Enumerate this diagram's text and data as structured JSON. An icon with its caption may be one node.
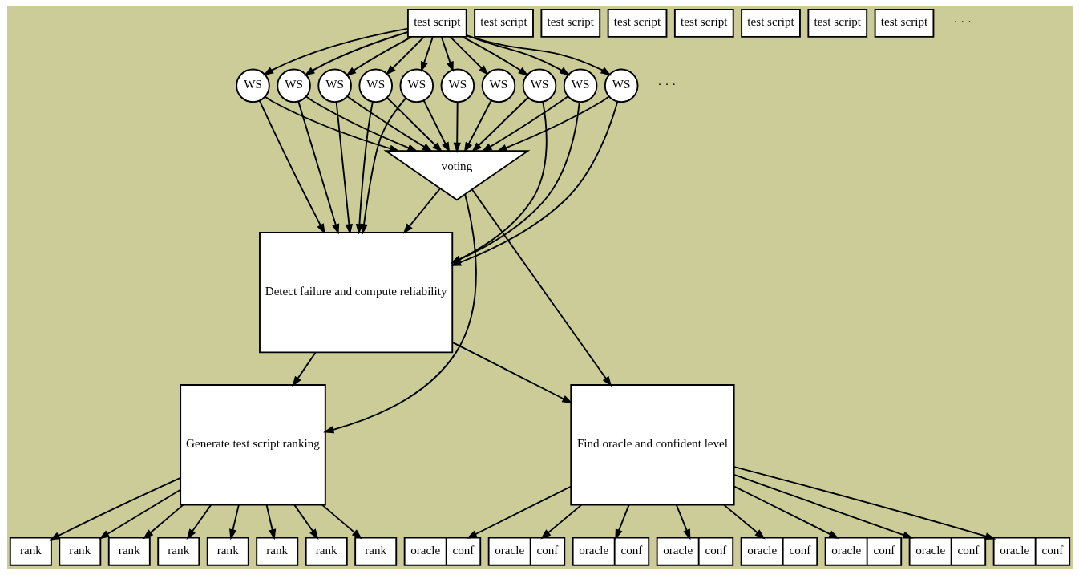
{
  "diagram": {
    "nodes": [
      {
        "text": [
          "oracle",
          "conf"
        ]
      },
      {
        "text": [
          "oracle",
          "conf"
        ]
      },
      {
        "text": [
          "oracle",
          "conf"
        ]
      },
      {
        "text": [
          "oracle",
          "conf"
        ]
      },
      {
        "text": [
          "oracle",
          "conf"
        ]
      },
      {
        "text": [
          "oracle",
          "conf"
        ]
      },
      {
        "text": [
          "oracle",
          "conf"
        ]
      },
      {
        "text": [
          "oracle",
          "conf"
        ]
      },
      {
        "text": [
          "test script"
        ]
      },
      {
        "text": [
          "test script"
        ]
      },
      {
        "text": [
          "test script"
        ]
      },
      {
        "text": [
          "test script"
        ]
      },
      {
        "text": [
          "test script"
        ]
      },
      {
        "text": [
          "test script"
        ]
      },
      {
        "text": [
          "test script"
        ]
      },
      {
        "text": [
          "test script"
        ]
      },
      {
        "text": [
          "rank"
        ]
      },
      {
        "text": [
          "rank"
        ]
      },
      {
        "text": [
          "rank"
        ]
      },
      {
        "text": [
          "rank"
        ]
      },
      {
        "text": [
          "rank"
        ]
      },
      {
        "text": [
          "rank"
        ]
      },
      {
        "text": [
          "rank"
        ]
      },
      {
        "text": [
          "rank"
        ]
      },
      {
        "text": [
          "WS"
        ]
      },
      {
        "text": [
          "WS"
        ]
      },
      {
        "text": [
          "WS"
        ]
      },
      {
        "text": [
          "WS"
        ]
      },
      {
        "text": [
          "WS"
        ]
      },
      {
        "text": [
          "WS"
        ]
      },
      {
        "text": [
          "WS"
        ]
      },
      {
        "text": [
          "WS"
        ]
      },
      {
        "text": [
          "WS"
        ]
      },
      {
        "text": [
          "WS"
        ]
      },
      {
        "text": [
          "Find oracle and confident level"
        ]
      },
      {
        "text": [
          "Generate test script ranking"
        ]
      },
      {
        "text": [
          "Detect failure and compute reliability"
        ]
      },
      {
        "text": [
          "voting"
        ]
      }
    ],
    "edges": [
      {
        "from": 34,
        "to": 0,
        "arrow": "to"
      },
      {
        "from": 34,
        "to": 1,
        "arrow": "to"
      },
      {
        "from": 34,
        "to": 2,
        "arrow": "to"
      },
      {
        "from": 34,
        "to": 3,
        "arrow": "to"
      },
      {
        "from": 34,
        "to": 4,
        "arrow": "to"
      },
      {
        "from": 34,
        "to": 5,
        "arrow": "to"
      },
      {
        "from": 34,
        "to": 6,
        "arrow": "to"
      },
      {
        "from": 34,
        "to": 7,
        "arrow": "to"
      },
      {
        "from": 35,
        "to": 16,
        "arrow": "to"
      },
      {
        "from": 35,
        "to": 17,
        "arrow": "to"
      },
      {
        "from": 35,
        "to": 18,
        "arrow": "to"
      },
      {
        "from": 35,
        "to": 19,
        "arrow": "to"
      },
      {
        "from": 35,
        "to": 20,
        "arrow": "to"
      },
      {
        "from": 35,
        "to": 21,
        "arrow": "to"
      },
      {
        "from": 35,
        "to": 22,
        "arrow": "to"
      },
      {
        "from": 35,
        "to": 23,
        "arrow": "to"
      },
      {
        "from": 8,
        "to": 24,
        "arrow": "to"
      },
      {
        "from": 8,
        "to": 25,
        "arrow": "to"
      },
      {
        "from": 8,
        "to": 26,
        "arrow": "to"
      },
      {
        "from": 8,
        "to": 27,
        "arrow": "to"
      },
      {
        "from": 8,
        "to": 28,
        "arrow": "to"
      },
      {
        "from": 8,
        "to": 29,
        "arrow": "to"
      },
      {
        "from": 8,
        "to": 30,
        "arrow": "to"
      },
      {
        "from": 8,
        "to": 31,
        "arrow": "to"
      },
      {
        "from": 8,
        "to": 32,
        "arrow": "to"
      },
      {
        "from": 8,
        "to": 33,
        "arrow": "to"
      },
      {
        "from": 24,
        "to": 37,
        "arrow": "to"
      },
      {
        "from": 25,
        "to": 37,
        "arrow": "to"
      },
      {
        "from": 26,
        "to": 37,
        "arrow": "to"
      },
      {
        "from": 27,
        "to": 37,
        "arrow": "to"
      },
      {
        "from": 28,
        "to": 37,
        "arrow": "to"
      },
      {
        "from": 29,
        "to": 37,
        "arrow": "to"
      },
      {
        "from": 30,
        "to": 37,
        "arrow": "to"
      },
      {
        "from": 31,
        "to": 37,
        "arrow": "to"
      },
      {
        "from": 32,
        "to": 37,
        "arrow": "to"
      },
      {
        "from": 33,
        "to": 37,
        "arrow": "to"
      },
      {
        "from": 24,
        "to": 36,
        "arrow": "to"
      },
      {
        "from": 25,
        "to": 36,
        "arrow": "to"
      },
      {
        "from": 26,
        "to": 36,
        "arrow": "to"
      },
      {
        "from": 27,
        "to": 36,
        "arrow": "to"
      },
      {
        "from": 30,
        "to": 36,
        "arrow": "to"
      },
      {
        "from": 31,
        "to": 36,
        "arrow": "to"
      },
      {
        "from": 32,
        "to": 36,
        "arrow": "to"
      },
      {
        "from": 33,
        "to": 36,
        "arrow": "to"
      },
      {
        "from": 37,
        "to": 34,
        "arrow": "to"
      },
      {
        "from": 37,
        "to": 35,
        "arrow": "to"
      },
      {
        "from": 37,
        "to": 36,
        "arrow": "to"
      },
      {
        "from": 36,
        "to": 34,
        "arrow": "to"
      },
      {
        "from": 36,
        "to": 35,
        "arrow": "to"
      }
    ],
    "labels": [
      "· · ·",
      "· · ·"
    ]
  }
}
